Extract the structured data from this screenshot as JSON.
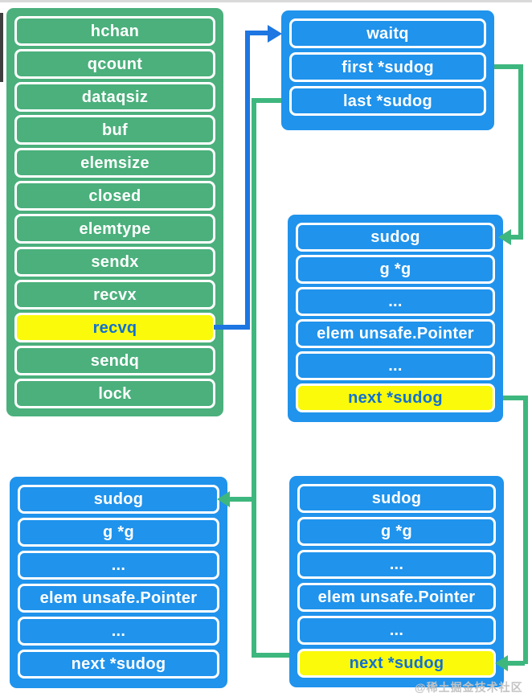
{
  "watermark": "@稀土掘金技术社区",
  "colors": {
    "box_green": "#4bb07c",
    "box_blue": "#2093ec",
    "highlight_yellow": "#fafa0a",
    "line_green": "#3eb77e",
    "line_blue": "#1d76e2",
    "highlight_text_blue": "#1270d2",
    "watermark_gray": "#c3c3c3"
  },
  "boxes": {
    "hchan": {
      "rows": [
        "hchan",
        "qcount",
        "dataqsiz",
        "buf",
        "elemsize",
        "closed",
        "elemtype",
        "sendx",
        "recvx",
        "recvq",
        "sendq",
        "lock"
      ],
      "highlighted_row": "recvq"
    },
    "waitq": {
      "rows": [
        "waitq",
        "first *sudog",
        "last *sudog"
      ],
      "highlighted_row": null
    },
    "sudog1": {
      "rows": [
        "sudog",
        "g *g",
        "...",
        "elem unsafe.Pointer",
        "...",
        "next *sudog"
      ],
      "highlighted_row": "next *sudog"
    },
    "sudog2": {
      "rows": [
        "sudog",
        "g *g",
        "...",
        "elem unsafe.Pointer",
        "...",
        "next *sudog"
      ],
      "highlighted_row": "next *sudog"
    },
    "sudog3": {
      "rows": [
        "sudog",
        "g *g",
        "...",
        "elem unsafe.Pointer",
        "...",
        "next *sudog"
      ],
      "highlighted_row": null
    }
  },
  "edges": [
    {
      "from": "hchan.recvq",
      "to": "waitq",
      "color": "blue"
    },
    {
      "from": "waitq.first",
      "to": "sudog1",
      "color": "green"
    },
    {
      "from": "sudog1.next",
      "to": "sudog2",
      "color": "green"
    },
    {
      "from": "sudog2.next",
      "to": "sudog3",
      "color": "green"
    },
    {
      "from": "waitq.last",
      "to": "sudog3",
      "color": "green"
    }
  ]
}
